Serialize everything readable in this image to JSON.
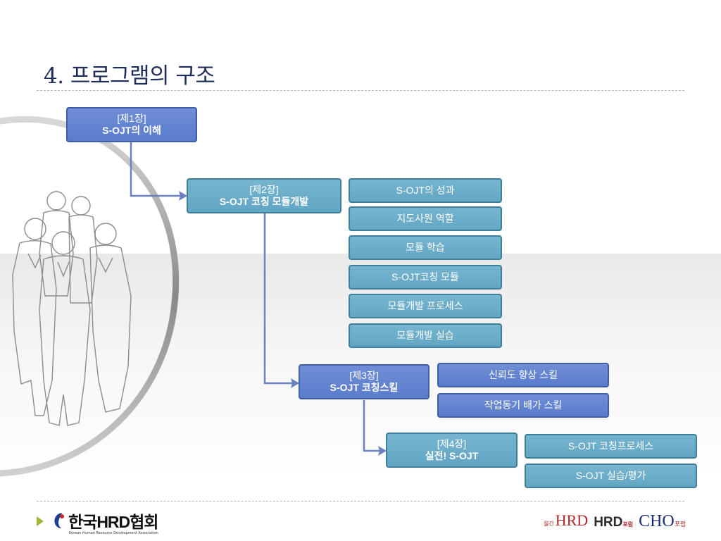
{
  "slide": {
    "title": "4. 프로그램의 구조"
  },
  "chapters": [
    {
      "tag": "[제1장]",
      "name": "S-OJT의 이해"
    },
    {
      "tag": "[제2장]",
      "name": "S-OJT 코칭 모듈개발"
    },
    {
      "tag": "[제3장]",
      "name": "S-OJT 코칭스킬"
    },
    {
      "tag": "[제4장]",
      "name": "실전! S-OJT"
    }
  ],
  "ch2_items": [
    "S-OJT의 성과",
    "지도사원 역할",
    "모듈 학습",
    "S-OJT코칭 모듈",
    "모듈개발 프로세스",
    "모듈개발 실습"
  ],
  "ch3_items": [
    "신뢰도 향상 스킬",
    "작업동기 배가 스킬"
  ],
  "ch4_items": [
    "S-OJT 코칭프로세스",
    "S-OJT 실습/평가"
  ],
  "footer": {
    "org_logo_text": "한국HRD협회",
    "org_logo_sub": "Korean Human Resource Development Association",
    "logo1_small": "월간",
    "logo1": "HRD",
    "logo2": "HRD",
    "logo2_small": "포럼",
    "logo3": "CHO",
    "logo3_small": "포럼"
  },
  "colors": {
    "title": "#1f2d5a",
    "chapter_box": "#5b7ccc",
    "item_box": "#62a6c4",
    "connector": "#6a82c4"
  }
}
